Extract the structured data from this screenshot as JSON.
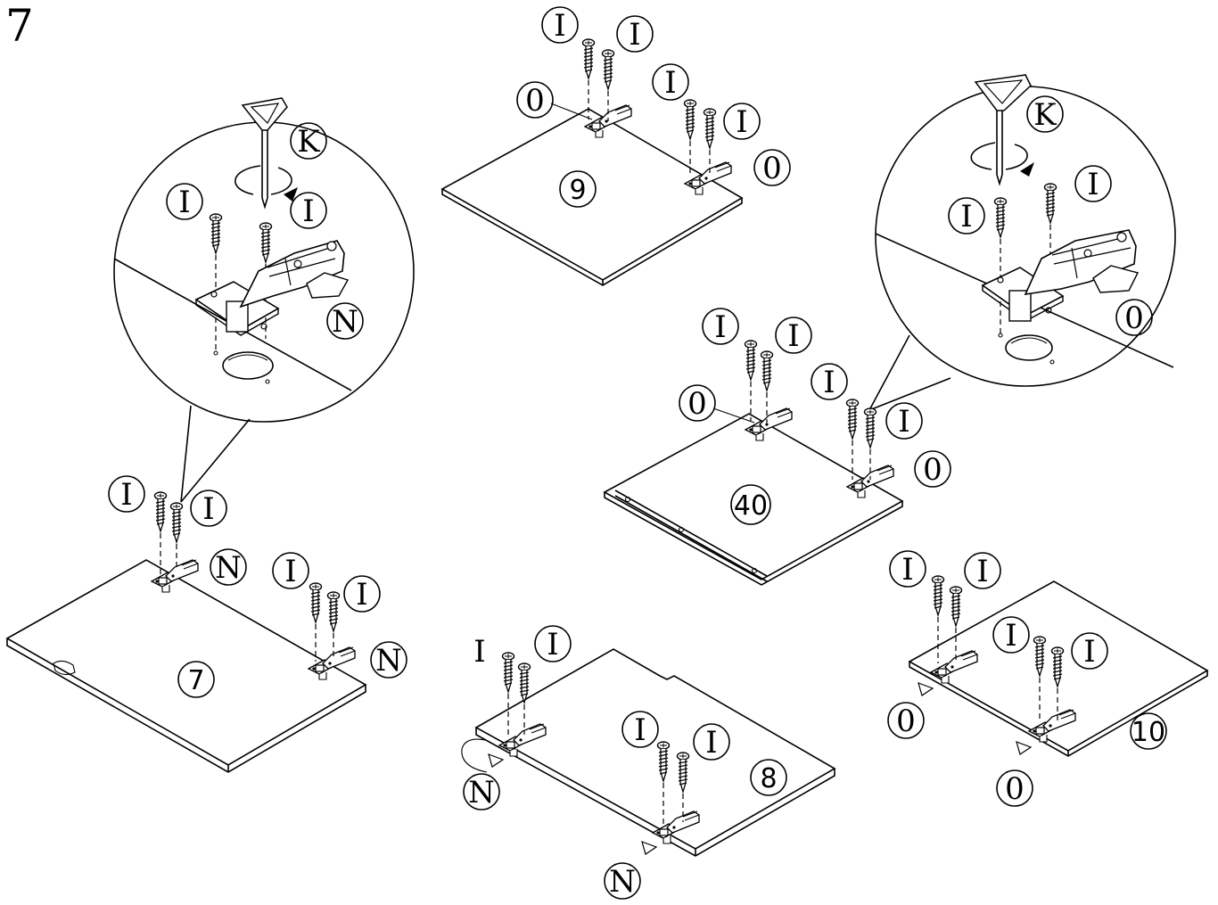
{
  "step_number": "7",
  "colors": {
    "ink": "#000000",
    "paper": "#ffffff"
  },
  "part_labels": {
    "screw": "I",
    "screwdriver": "K",
    "hinge_n": "N",
    "hinge_o": "0"
  },
  "panels": {
    "p7": "7",
    "p8": "8",
    "p9": "9",
    "p10": "10",
    "p40": "40"
  },
  "callouts": {
    "left_screw_a": "I",
    "left_screw_b": "I",
    "left_driver": "K",
    "left_hinge": "N",
    "right_screw_a": "I",
    "right_screw_b": "I",
    "right_driver": "K",
    "right_hinge": "0"
  },
  "icons": [
    "screw-icon",
    "screwdriver-icon",
    "hinge-icon",
    "rotation-arrow-icon"
  ]
}
